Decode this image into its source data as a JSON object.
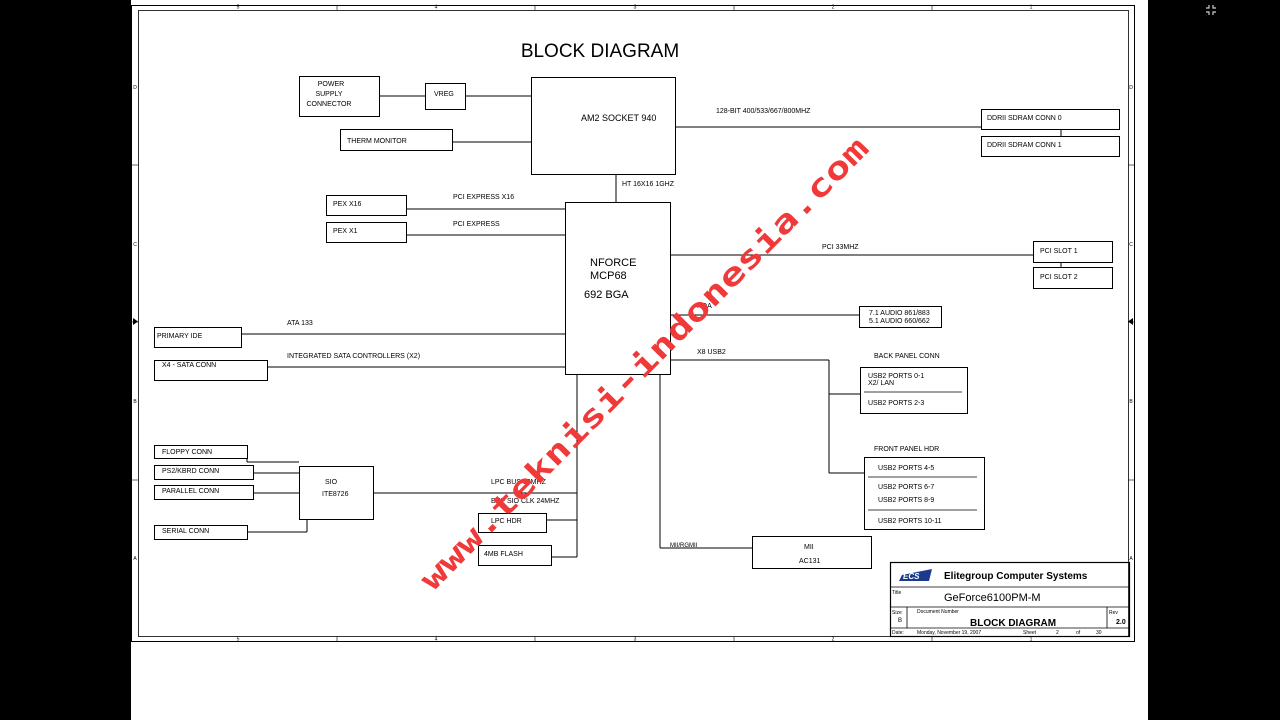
{
  "diagram": {
    "title": "BLOCK DIAGRAM",
    "border_numbers": [
      "5",
      "4",
      "3",
      "2",
      "1"
    ],
    "border_letters": [
      "D",
      "C",
      "B",
      "A"
    ],
    "blocks": {
      "power_supply": [
        "POWER",
        "SUPPLY",
        "CONNECTOR"
      ],
      "vreg": "VREG",
      "cpu": "AM2 SOCKET 940",
      "therm": "THERM MONITOR",
      "ddr0": "DDRII SDRAM CONN 0",
      "ddr1": "DDRII SDRAM CONN 1",
      "pex16": "PEX X16",
      "pex1": "PEX X1",
      "mcp": [
        "NFORCE",
        "MCP68",
        "692 BGA"
      ],
      "pci1": "PCI SLOT 1",
      "pci2": "PCI SLOT 2",
      "audio": [
        "7.1 AUDIO 861/883",
        "5.1 AUDIO 660/662"
      ],
      "ide": "PRIMARY IDE",
      "sata": "X4 - SATA CONN",
      "back_usb": [
        "USB2 PORTS 0-1",
        "X2/ LAN",
        "USB2 PORTS 2-3"
      ],
      "front_usb": [
        "USB2 PORTS 4-5",
        "USB2 PORTS 6-7",
        "USB2 PORTS 8-9",
        "USB2 PORTS 10-11"
      ],
      "floppy": "FLOPPY CONN",
      "ps2": "PS2/KBRD CONN",
      "parallel": "PARALLEL CONN",
      "serial": "SERIAL CONN",
      "sio": [
        "SIO",
        "ITE8726"
      ],
      "lpc_hdr": "LPC HDR",
      "flash": "4MB FLASH",
      "mii": [
        "MII",
        "AC131"
      ]
    },
    "signals": {
      "mem_bus": "128-BIT 400/533/667/800MHZ",
      "ht": "HT 16X16 1GHZ",
      "pcie16": "PCI EXPRESS X16",
      "pcie": "PCI EXPRESS",
      "pci": "PCI 33MHZ",
      "hda": "HDA",
      "ata": "ATA 133",
      "sata": "INTEGRATED SATA CONTROLLERS (X2)",
      "usb": "X8 USB2",
      "back_panel": "BACK PANEL CONN",
      "front_panel": "FRONT PANEL HDR",
      "lpc": "LPC BUS 33MHZ",
      "buf_clk": "BUF SIO CLK 24MHZ",
      "mii": "MII/RGMII"
    },
    "title_block": {
      "company": "Elitegroup Computer Systems",
      "logo": "ECS",
      "title_label": "Title",
      "title": "GeForce6100PM-M",
      "size_label": "Size",
      "size": "B",
      "docnum_label": "Document Number",
      "docnum": "BLOCK DIAGRAM",
      "rev_label": "Rev",
      "rev": "2.0",
      "date_label": "Date:",
      "date": "Monday, November 19, 2007",
      "sheet_label": "Sheet",
      "sheet": "2",
      "of_label": "of",
      "total": "30"
    },
    "watermark": "www.teknisi-indonesia.com",
    "colors": {
      "watermark": "#f03a3a",
      "ink": "#000000",
      "background": "#000000"
    }
  }
}
